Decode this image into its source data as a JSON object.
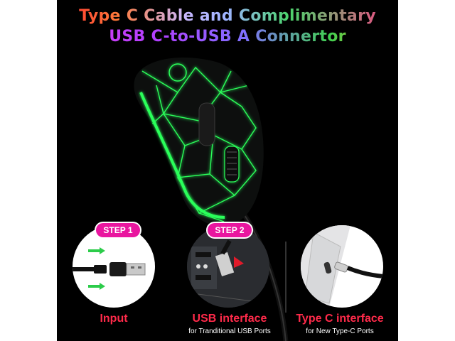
{
  "title": {
    "line1": "Type C Cable and Complimentary",
    "line2": "USB C-to-USB A Connertor"
  },
  "steps": [
    {
      "badge": "STEP 1",
      "label": "Input",
      "sublabel": ""
    },
    {
      "badge": "STEP 2",
      "label": "USB interface",
      "sublabel": "for Tranditional USB Ports"
    },
    {
      "badge": "",
      "label": "Type C interface",
      "sublabel": "for New Type-C Ports"
    }
  ],
  "colors": {
    "accent": "#ff2a4a",
    "badge": "#e9169f",
    "glow": "#2cff5a",
    "background": "#000000"
  }
}
